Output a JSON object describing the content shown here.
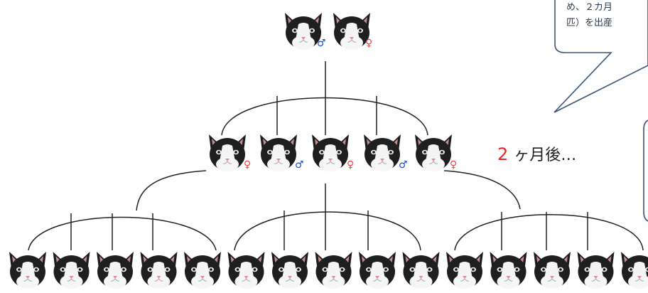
{
  "callout_top": {
    "line1": "め、２カ月",
    "line2": "匹）を出産"
  },
  "caption": {
    "number": "2",
    "text": "ヶ月後…"
  },
  "symbols": {
    "male": "♂",
    "female": "♀"
  },
  "colors": {
    "male": "#1a4fd6",
    "female": "#e8434a",
    "line": "#222222",
    "bubble_border": "#3b5575"
  },
  "tree": {
    "generation_0": [
      "male",
      "female"
    ],
    "generation_1": [
      "female",
      "male",
      "female",
      "male",
      "female"
    ],
    "generation_2_count": 15
  }
}
